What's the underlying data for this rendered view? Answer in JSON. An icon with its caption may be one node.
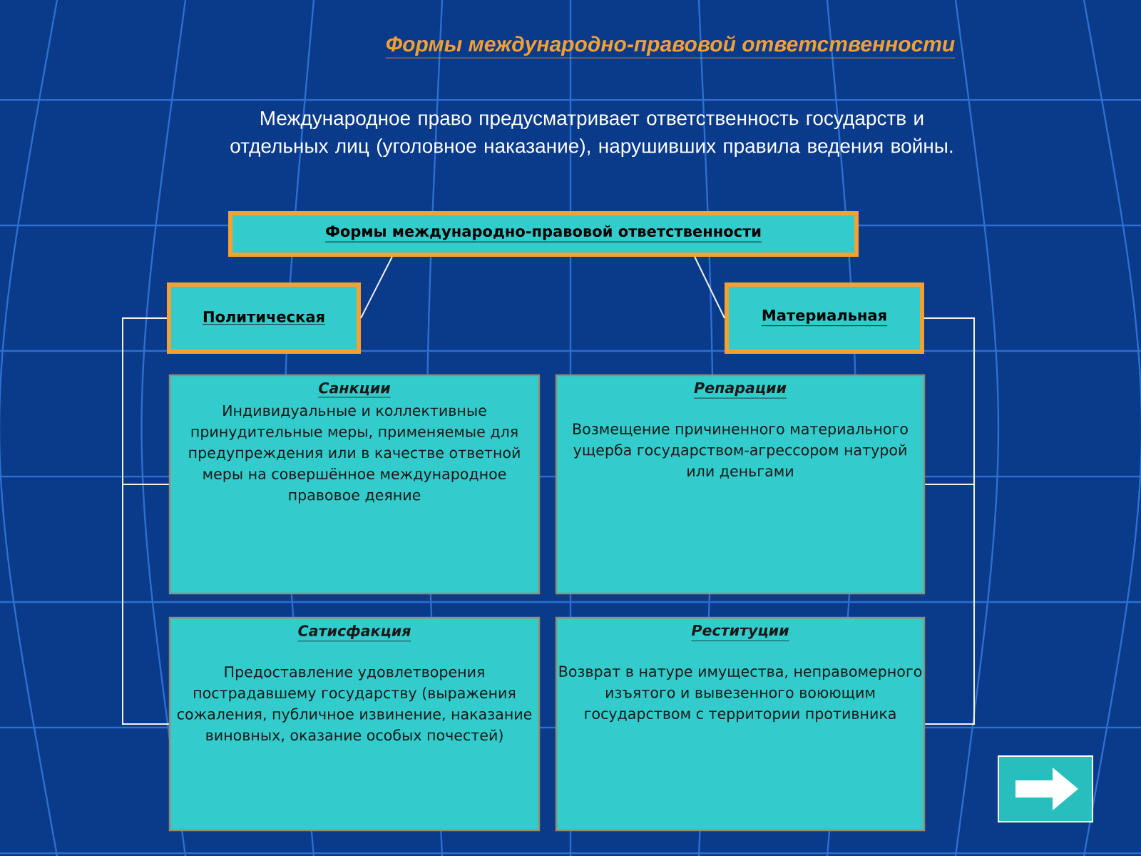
{
  "diagram": {
    "title": "Формы международно-правовой ответственности",
    "nodes": [
      {
        "text": [
          "Формы международно-правовой ответственности"
        ]
      },
      {
        "text": [
          "Политическая"
        ]
      },
      {
        "text": [
          "Материальная"
        ]
      },
      {
        "text": [
          "Санкции",
          "Индивидуальные и коллективные принудительные меры, применяемые для предупреждения или в качестве ответной меры на совершённое международное правовое деяние"
        ]
      },
      {
        "text": [
          "Репарации",
          "Возмещение причиненного материального ущерба государством-агрессором натурой или деньгами"
        ]
      },
      {
        "text": [
          "Сатисфакция",
          "Предоставление удовлетворения пострадавшему государству (выражения сожаления, публичное извинение, наказание виновных, оказание особых почестей)"
        ]
      },
      {
        "text": [
          "Реституции",
          "Возврат в натуре имущества, неправомерного изъятого и вывезенного воюющим государством с территории противника"
        ]
      }
    ],
    "edges": [
      {
        "from": 0,
        "to": 1,
        "arrow": "none"
      },
      {
        "from": 0,
        "to": 2,
        "arrow": "none"
      },
      {
        "from": 1,
        "to": 3,
        "arrow": "none"
      },
      {
        "from": 1,
        "to": 5,
        "arrow": "none"
      },
      {
        "from": 2,
        "to": 4,
        "arrow": "none"
      },
      {
        "from": 2,
        "to": 6,
        "arrow": "none"
      }
    ],
    "labels": [
      "Международное право предусматривает ответственность государств и отдельных лиц (уголовное наказание), нарушивших правила ведения войны."
    ]
  }
}
